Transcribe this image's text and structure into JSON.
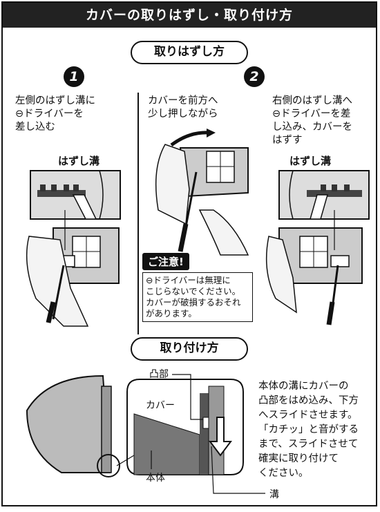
{
  "header": {
    "title": "カバーの取りはずし・取り付け方"
  },
  "removal": {
    "title": "取りはずし方",
    "step1": {
      "number": "1",
      "text": "左側のはずし溝に\n⊖ドライバーを\n差し込む",
      "groove_label": "はずし溝"
    },
    "step2": {
      "number": "2",
      "text": "カバーを前方へ\n少し押しながら"
    },
    "step3": {
      "text": "右側のはずし溝へ\n⊖ドライバーを差\nし込み、カバーを\nはずす",
      "groove_label": "はずし溝"
    },
    "caution": {
      "tag": "ご注意!",
      "text": "⊖ドライバーは無理に\nこじらないでください。\nカバーが破損するおそれ\nがあります。"
    }
  },
  "attach": {
    "title": "取り付け方",
    "labels": {
      "protrusion": "凸部",
      "cover": "カバー",
      "body": "本体",
      "groove": "溝"
    },
    "text": "本体の溝にカバーの\n凸部をはめ込み、下方\nへスライドさせます。\n「カチッ」と音がする\nまで、スライドさせて\n確実に取り付けて\nください。"
  }
}
